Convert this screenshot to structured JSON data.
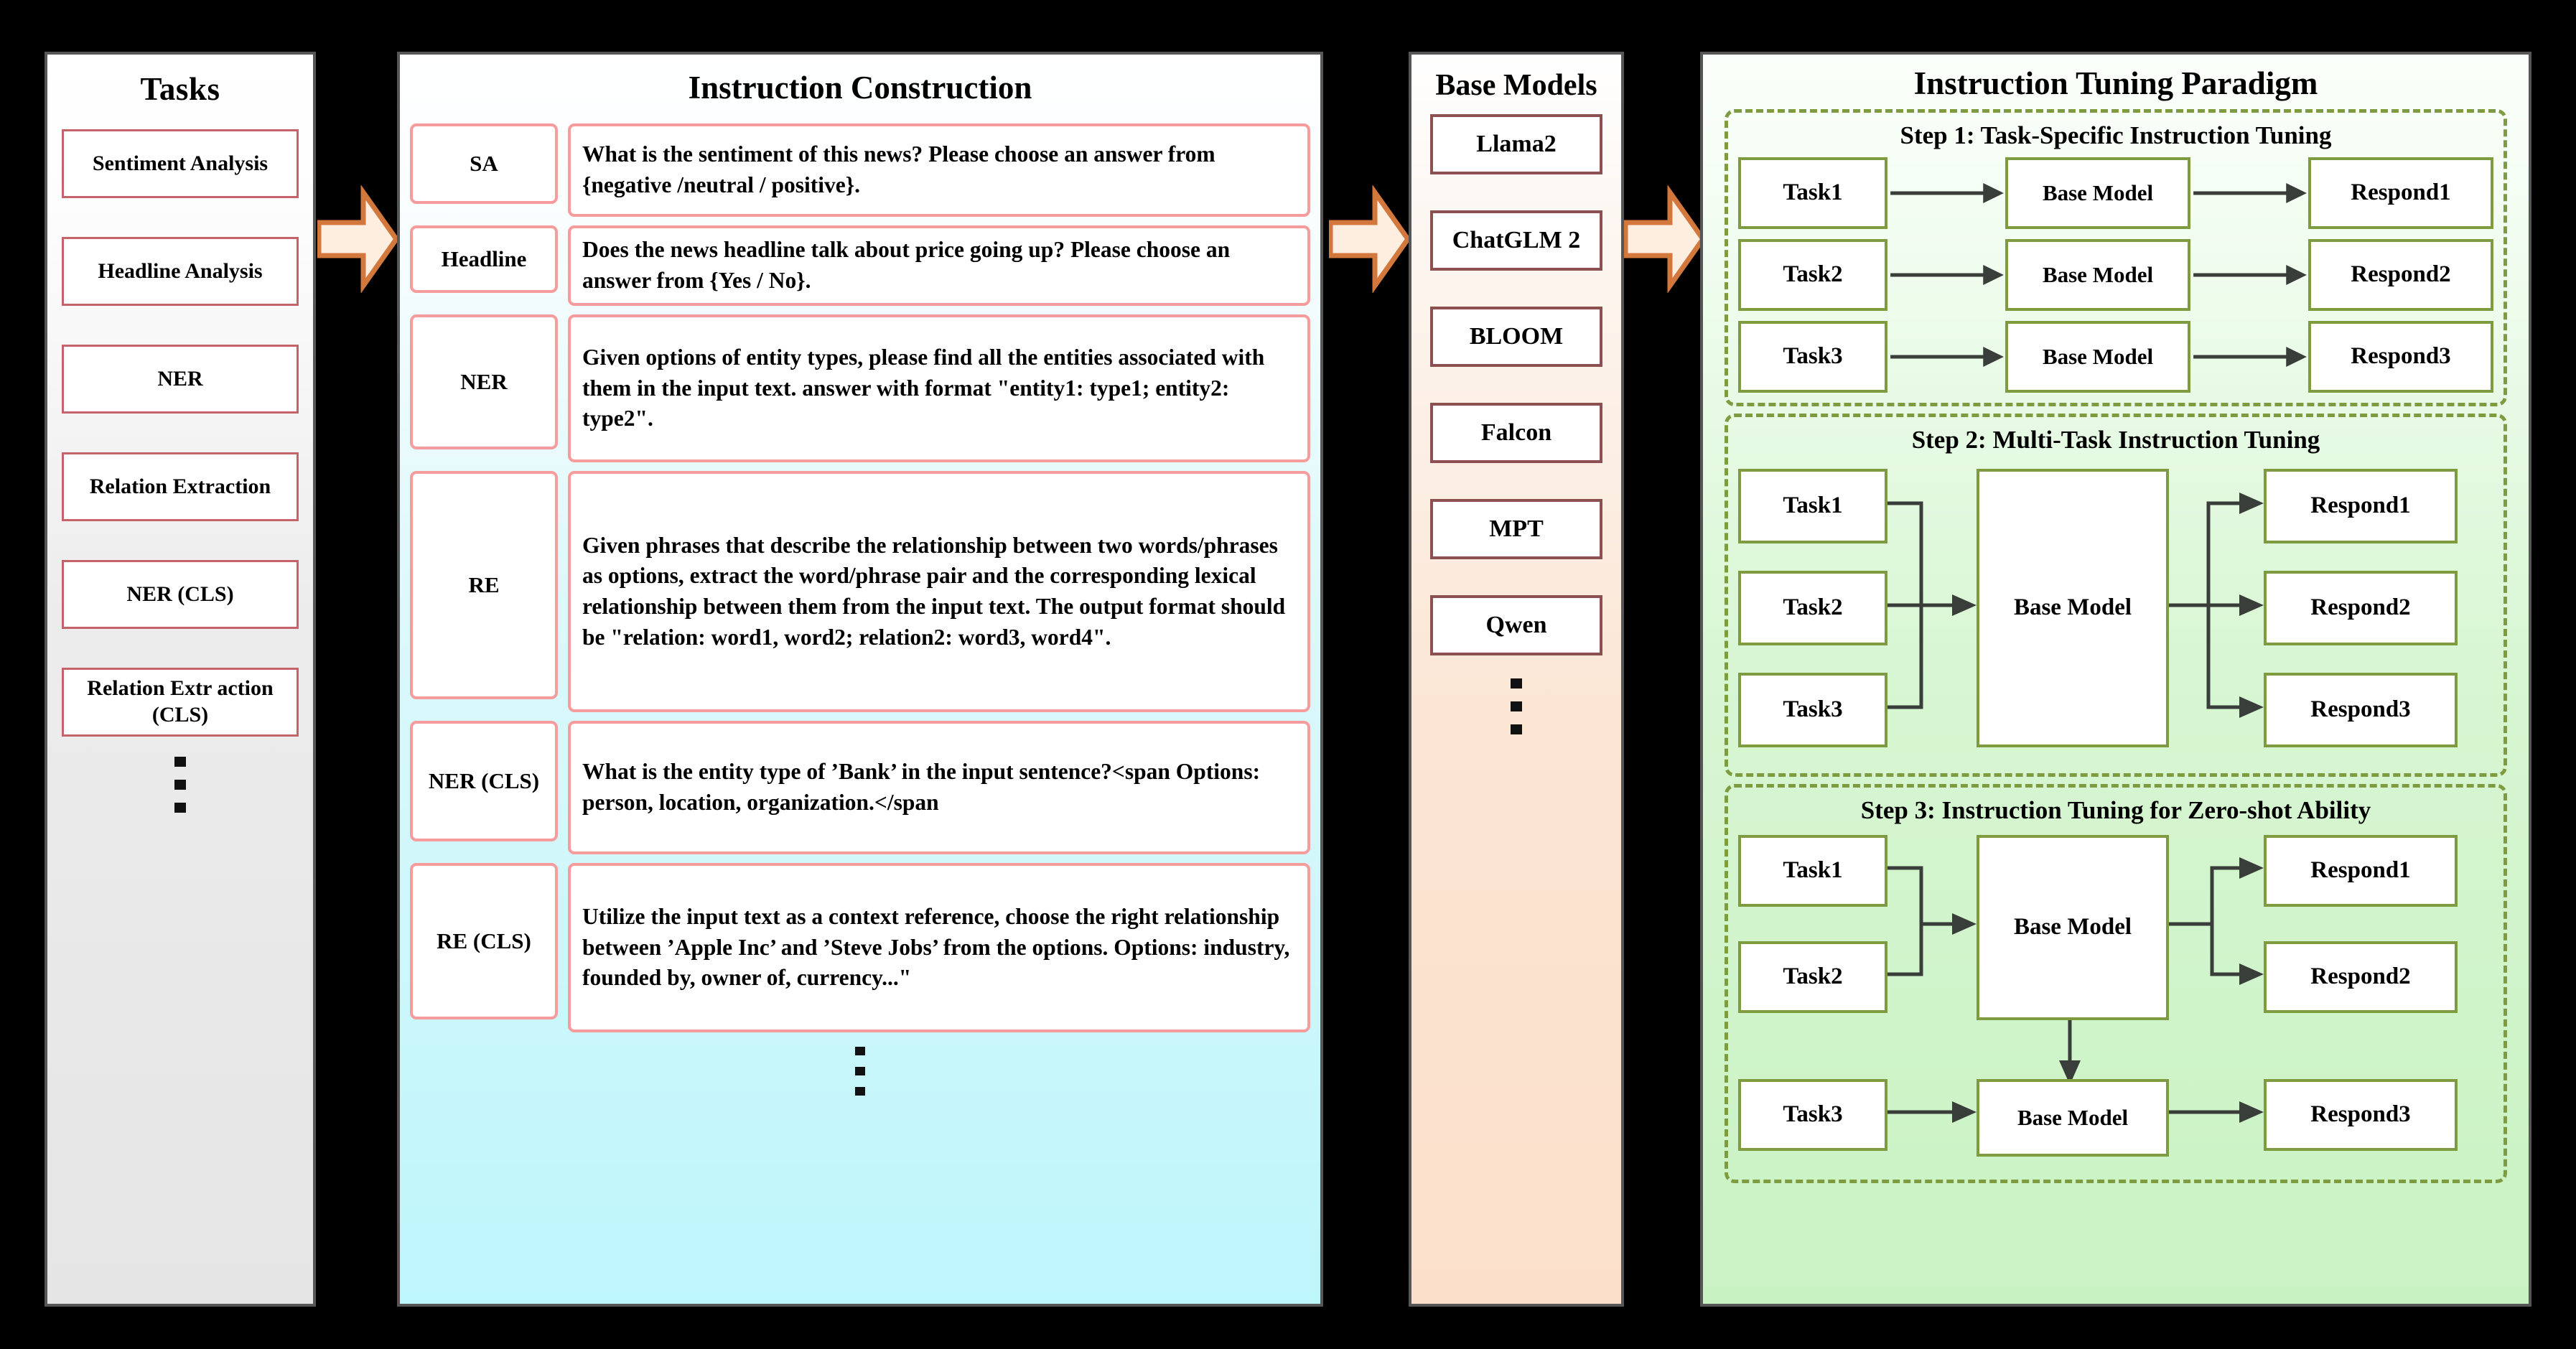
{
  "panels": {
    "tasks": {
      "title": "Tasks",
      "items": [
        "Sentiment Analysis",
        "Headline Analysis",
        "NER",
        "Relation Extraction",
        "NER (CLS)",
        "Relation Extr action (CLS)"
      ],
      "ellipsis": "vertical-ellipsis"
    },
    "instruction_construction": {
      "title": "Instruction Construction",
      "rows": [
        {
          "tag": "SA",
          "text": "What is the sentiment of this news? Please choose an answer from {negative /neutral / positive}."
        },
        {
          "tag": "Headline",
          "text": "Does the news headline talk about price going up? Please choose an answer from {Yes / No}."
        },
        {
          "tag": "NER",
          "text": "Given options of entity types, please find all the entities associated with them in the input text. answer with format \"entity1: type1; entity2: type2\"."
        },
        {
          "tag": "RE",
          "text": "Given phrases that describe the relationship between two words/phrases as options, extract the word/phrase pair and the corresponding lexical relationship between them from the input text. The output format should be \"relation: word1, word2; relation2: word3, word4\"."
        },
        {
          "tag": "NER (CLS)",
          "text": "What is the entity type of ’Bank’ in the input sentence?<span Options: person, location, organization.</span"
        },
        {
          "tag": "RE (CLS)",
          "text": "Utilize the input text as a context reference, choose the right relationship between ’Apple Inc’ and ’Steve Jobs’ from the options. Options: industry, founded by, owner of, currency...\""
        }
      ],
      "ellipsis": "vertical-ellipsis"
    },
    "base_models": {
      "title": "Base Models",
      "items": [
        "Llama2",
        "ChatGLM 2",
        "BLOOM",
        "Falcon",
        "MPT",
        "Qwen"
      ],
      "ellipsis": "vertical-ellipsis"
    },
    "instruction_tuning": {
      "title": "Instruction Tuning Paradigm",
      "steps": [
        {
          "title": "Step 1: Task-Specific Instruction Tuning",
          "rows": [
            {
              "task": "Task1",
              "model": "Base Model",
              "respond": "Respond1"
            },
            {
              "task": "Task2",
              "model": "Base Model",
              "respond": "Respond2"
            },
            {
              "task": "Task3",
              "model": "Base Model",
              "respond": "Respond3"
            }
          ]
        },
        {
          "title": "Step 2: Multi-Task Instruction Tuning",
          "tasks": [
            "Task1",
            "Task2",
            "Task3"
          ],
          "model": "Base Model",
          "responds": [
            "Respond1",
            "Respond2",
            "Respond3"
          ]
        },
        {
          "title": "Step 3: Instruction Tuning for Zero-shot Ability",
          "tasks": [
            "Task1",
            "Task2",
            "Task3"
          ],
          "models": [
            "Base Model",
            "Base Model"
          ],
          "responds": [
            "Respond1",
            "Respond2",
            "Respond3"
          ]
        }
      ]
    }
  },
  "arrows": {
    "between_panels": [
      "block-arrow-right",
      "block-arrow-right",
      "block-arrow-right"
    ],
    "fill": "#FDEEE0",
    "stroke": "#D2783C"
  },
  "colors": {
    "task_box_border": "#C4646A",
    "ic_box_border": "#F79C9C",
    "base_model_border": "#8D5050",
    "green_border": "#7F9B3F",
    "panel_border": "#565656",
    "page_background": "#000000"
  }
}
